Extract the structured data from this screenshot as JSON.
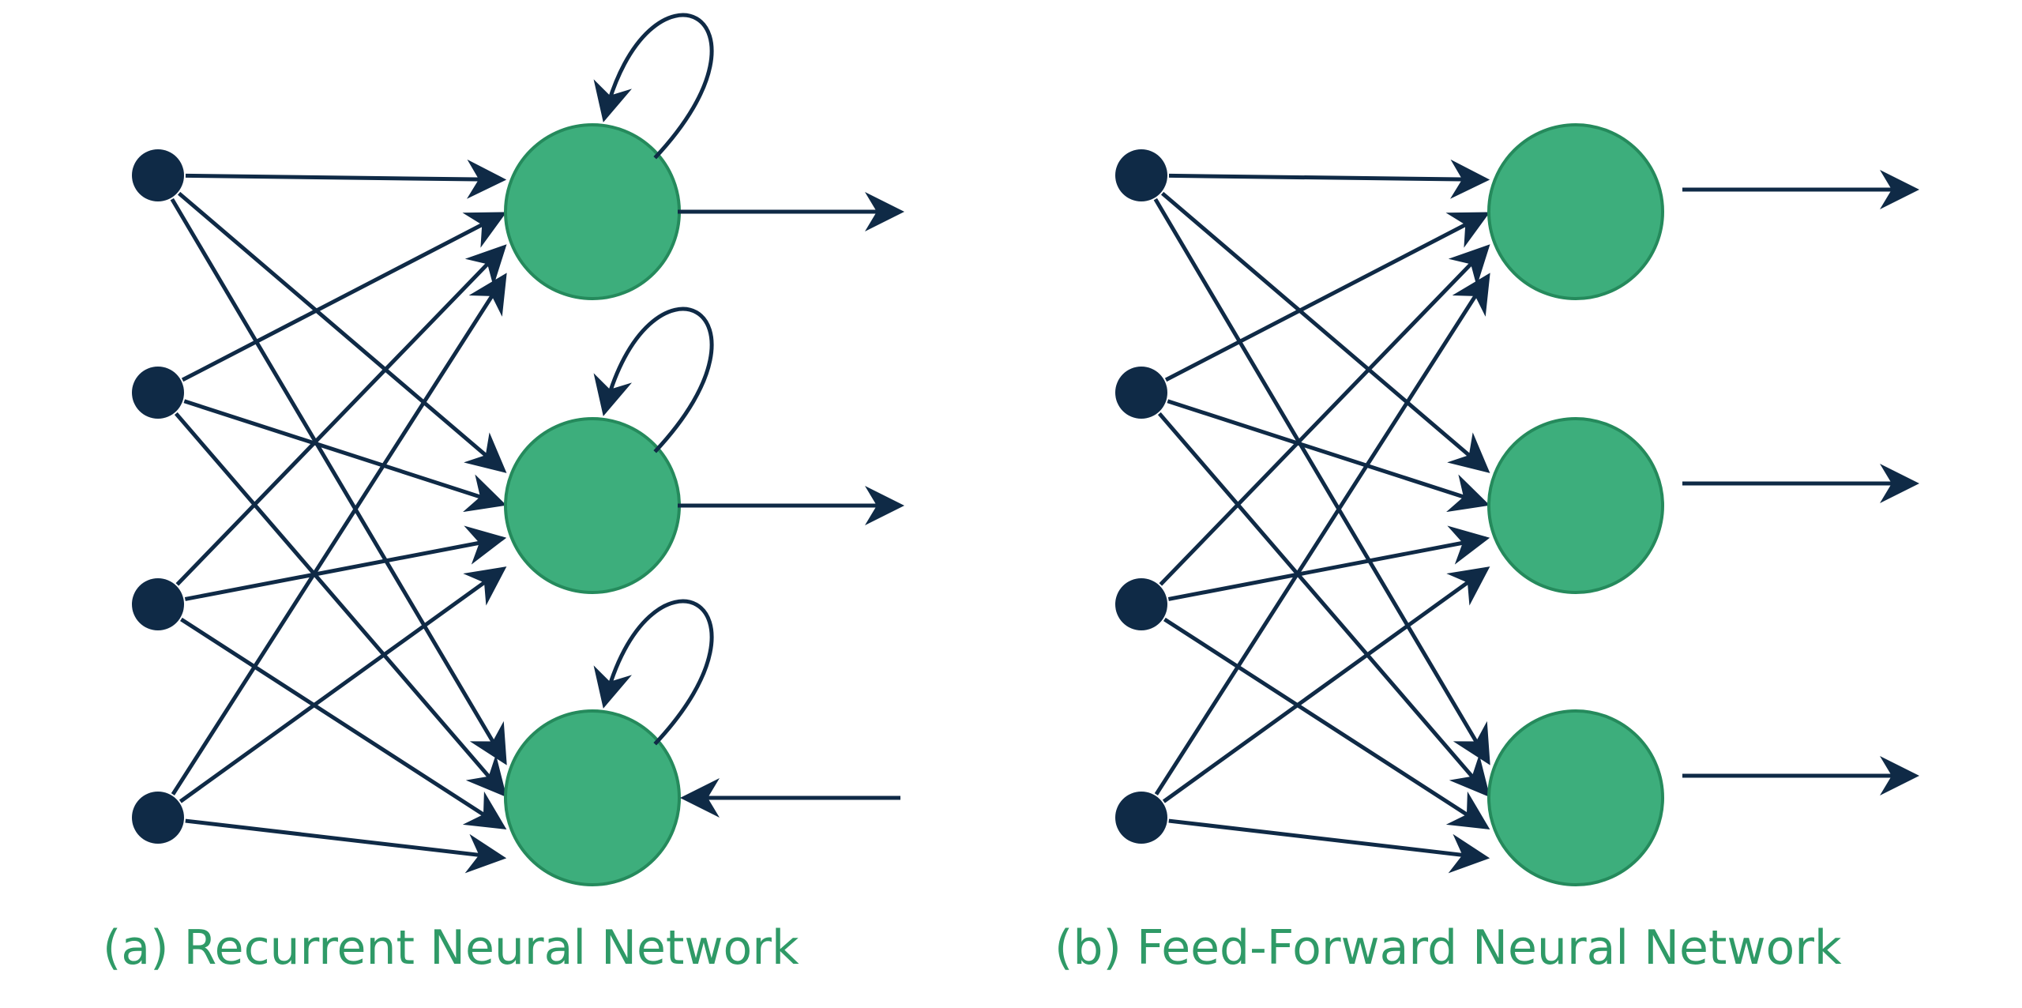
{
  "colors": {
    "input_node": "#0f2a46",
    "arrow": "#0f2a46",
    "neuron_fill": "#3dae7c",
    "neuron_stroke": "#258a5c",
    "caption": "#2f9a67"
  },
  "panels": [
    {
      "id": "a",
      "caption": "(a) Recurrent Neural Network",
      "inputs": 4,
      "neurons": 3,
      "self_loops": true,
      "output_directions": [
        "out",
        "out",
        "in"
      ]
    },
    {
      "id": "b",
      "caption": "(b) Feed-Forward Neural Network",
      "inputs": 4,
      "neurons": 3,
      "self_loops": false,
      "output_directions": [
        "out",
        "out",
        "out"
      ]
    }
  ]
}
